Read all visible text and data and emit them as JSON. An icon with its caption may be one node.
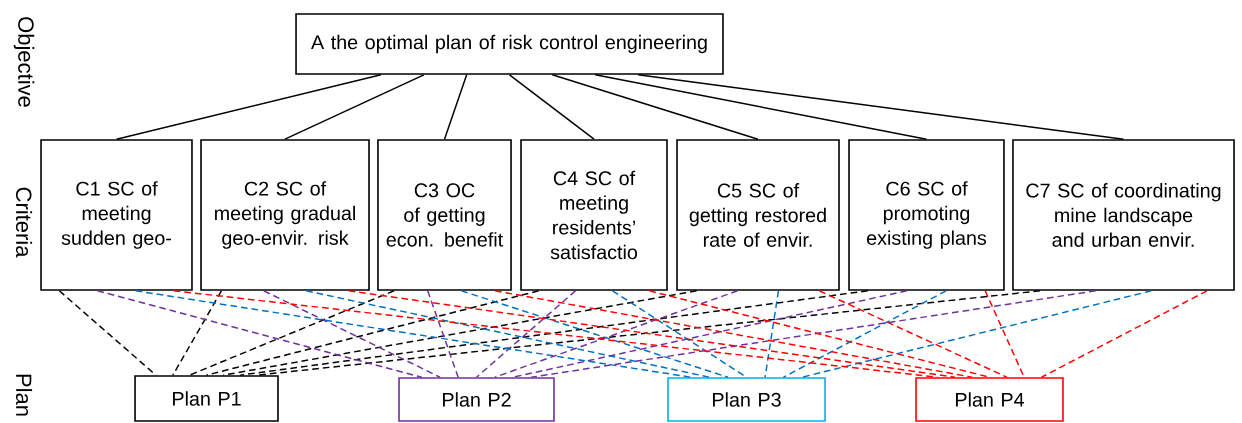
{
  "diagram": {
    "nodes": [
      {
        "text": [
          "A the optimal plan of risk control engineering"
        ]
      },
      {
        "text": [
          "C1 SC of meeting sudden geo-"
        ]
      },
      {
        "text": [
          "C2 SC of meeting gradual geo-envir. risk"
        ]
      },
      {
        "text": [
          "C3 OC of getting econ. benefit"
        ]
      },
      {
        "text": [
          "C4 SC of meeting residents’ satisfactio"
        ]
      },
      {
        "text": [
          "C5 SC of getting restored rate of envir."
        ]
      },
      {
        "text": [
          "C6 SC of promoting existing plans"
        ]
      },
      {
        "text": [
          "C7 SC of coordinating mine landscape and urban envir."
        ]
      },
      {
        "text": [
          "Plan P1"
        ]
      },
      {
        "text": [
          "Plan P2"
        ]
      },
      {
        "text": [
          "Plan P3"
        ]
      },
      {
        "text": [
          "Plan P4"
        ]
      }
    ],
    "edges": [
      {
        "from": 0,
        "to": 1,
        "arrow": "none"
      },
      {
        "from": 0,
        "to": 2,
        "arrow": "none"
      },
      {
        "from": 0,
        "to": 3,
        "arrow": "none"
      },
      {
        "from": 0,
        "to": 4,
        "arrow": "none"
      },
      {
        "from": 0,
        "to": 5,
        "arrow": "none"
      },
      {
        "from": 0,
        "to": 6,
        "arrow": "none"
      },
      {
        "from": 0,
        "to": 7,
        "arrow": "none"
      },
      {
        "from": 1,
        "to": 8,
        "arrow": "none",
        "style": "dashed"
      },
      {
        "from": 2,
        "to": 8,
        "arrow": "none",
        "style": "dashed"
      },
      {
        "from": 3,
        "to": 8,
        "arrow": "none",
        "style": "dashed"
      },
      {
        "from": 4,
        "to": 8,
        "arrow": "none",
        "style": "dashed"
      },
      {
        "from": 5,
        "to": 8,
        "arrow": "none",
        "style": "dashed"
      },
      {
        "from": 6,
        "to": 8,
        "arrow": "none",
        "style": "dashed"
      },
      {
        "from": 7,
        "to": 8,
        "arrow": "none",
        "style": "dashed"
      },
      {
        "from": 1,
        "to": 9,
        "arrow": "none",
        "style": "dashed",
        "color": "#7030a0"
      },
      {
        "from": 2,
        "to": 9,
        "arrow": "none",
        "style": "dashed",
        "color": "#7030a0"
      },
      {
        "from": 3,
        "to": 9,
        "arrow": "none",
        "style": "dashed",
        "color": "#7030a0"
      },
      {
        "from": 4,
        "to": 9,
        "arrow": "none",
        "style": "dashed",
        "color": "#7030a0"
      },
      {
        "from": 5,
        "to": 9,
        "arrow": "none",
        "style": "dashed",
        "color": "#7030a0"
      },
      {
        "from": 6,
        "to": 9,
        "arrow": "none",
        "style": "dashed",
        "color": "#7030a0"
      },
      {
        "from": 7,
        "to": 9,
        "arrow": "none",
        "style": "dashed",
        "color": "#7030a0"
      },
      {
        "from": 1,
        "to": 10,
        "arrow": "none",
        "style": "dashed",
        "color": "#0070c0"
      },
      {
        "from": 2,
        "to": 10,
        "arrow": "none",
        "style": "dashed",
        "color": "#0070c0"
      },
      {
        "from": 3,
        "to": 10,
        "arrow": "none",
        "style": "dashed",
        "color": "#0070c0"
      },
      {
        "from": 4,
        "to": 10,
        "arrow": "none",
        "style": "dashed",
        "color": "#0070c0"
      },
      {
        "from": 5,
        "to": 10,
        "arrow": "none",
        "style": "dashed",
        "color": "#0070c0"
      },
      {
        "from": 6,
        "to": 10,
        "arrow": "none",
        "style": "dashed",
        "color": "#0070c0"
      },
      {
        "from": 7,
        "to": 10,
        "arrow": "none",
        "style": "dashed",
        "color": "#0070c0"
      },
      {
        "from": 1,
        "to": 11,
        "arrow": "none",
        "style": "dashed",
        "color": "#ff0000"
      },
      {
        "from": 2,
        "to": 11,
        "arrow": "none",
        "style": "dashed",
        "color": "#ff0000"
      },
      {
        "from": 3,
        "to": 11,
        "arrow": "none",
        "style": "dashed",
        "color": "#ff0000"
      },
      {
        "from": 4,
        "to": 11,
        "arrow": "none",
        "style": "dashed",
        "color": "#ff0000"
      },
      {
        "from": 5,
        "to": 11,
        "arrow": "none",
        "style": "dashed",
        "color": "#ff0000"
      },
      {
        "from": 6,
        "to": 11,
        "arrow": "none",
        "style": "dashed",
        "color": "#ff0000"
      },
      {
        "from": 7,
        "to": 11,
        "arrow": "none",
        "style": "dashed",
        "color": "#ff0000"
      }
    ],
    "labels": [
      "Objective",
      "Criteria",
      "Plan"
    ]
  }
}
